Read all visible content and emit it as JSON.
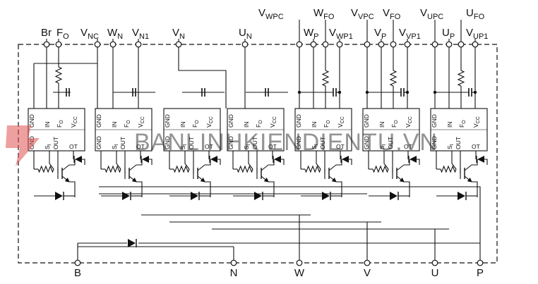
{
  "top_labels": [
    {
      "id": "br",
      "main": "Br",
      "sub": ""
    },
    {
      "id": "fo",
      "main": "F",
      "sub": "O"
    },
    {
      "id": "vnc",
      "main": "V",
      "sub": "NC"
    },
    {
      "id": "wn",
      "main": "W",
      "sub": "N"
    },
    {
      "id": "vn1",
      "main": "V",
      "sub": "N1"
    },
    {
      "id": "vn",
      "main": "V",
      "sub": "N"
    },
    {
      "id": "un",
      "main": "U",
      "sub": "N"
    },
    {
      "id": "vwpc",
      "main": "V",
      "sub": "WPC"
    },
    {
      "id": "wp",
      "main": "W",
      "sub": "P"
    },
    {
      "id": "wfo",
      "main": "W",
      "sub": "FO"
    },
    {
      "id": "vwp1",
      "main": "V",
      "sub": "WP1"
    },
    {
      "id": "vvpc",
      "main": "V",
      "sub": "VPC"
    },
    {
      "id": "vp",
      "main": "V",
      "sub": "P"
    },
    {
      "id": "vfo",
      "main": "V",
      "sub": "FO"
    },
    {
      "id": "vvp1",
      "main": "V",
      "sub": "VP1"
    },
    {
      "id": "vupc",
      "main": "V",
      "sub": "UPC"
    },
    {
      "id": "up",
      "main": "U",
      "sub": "P"
    },
    {
      "id": "ufo",
      "main": "U",
      "sub": "FO"
    },
    {
      "id": "vup1",
      "main": "V",
      "sub": "UP1"
    }
  ],
  "bottom_labels": [
    "B",
    "N",
    "W",
    "V",
    "U",
    "P"
  ],
  "ic_pins": {
    "gnd": "GND",
    "in": "IN",
    "fo_main": "F",
    "fo_sub": "O",
    "vcc_main": "V",
    "vcc_sub": "CC",
    "si_main": "S",
    "si_sub": "I",
    "out": "OUT",
    "ot": "OT"
  },
  "watermark": "BANLINHKIENDIENTU.VN",
  "colors": {
    "line": "#111111",
    "watermark": "#3a6fb0",
    "logo": "#e05050"
  }
}
